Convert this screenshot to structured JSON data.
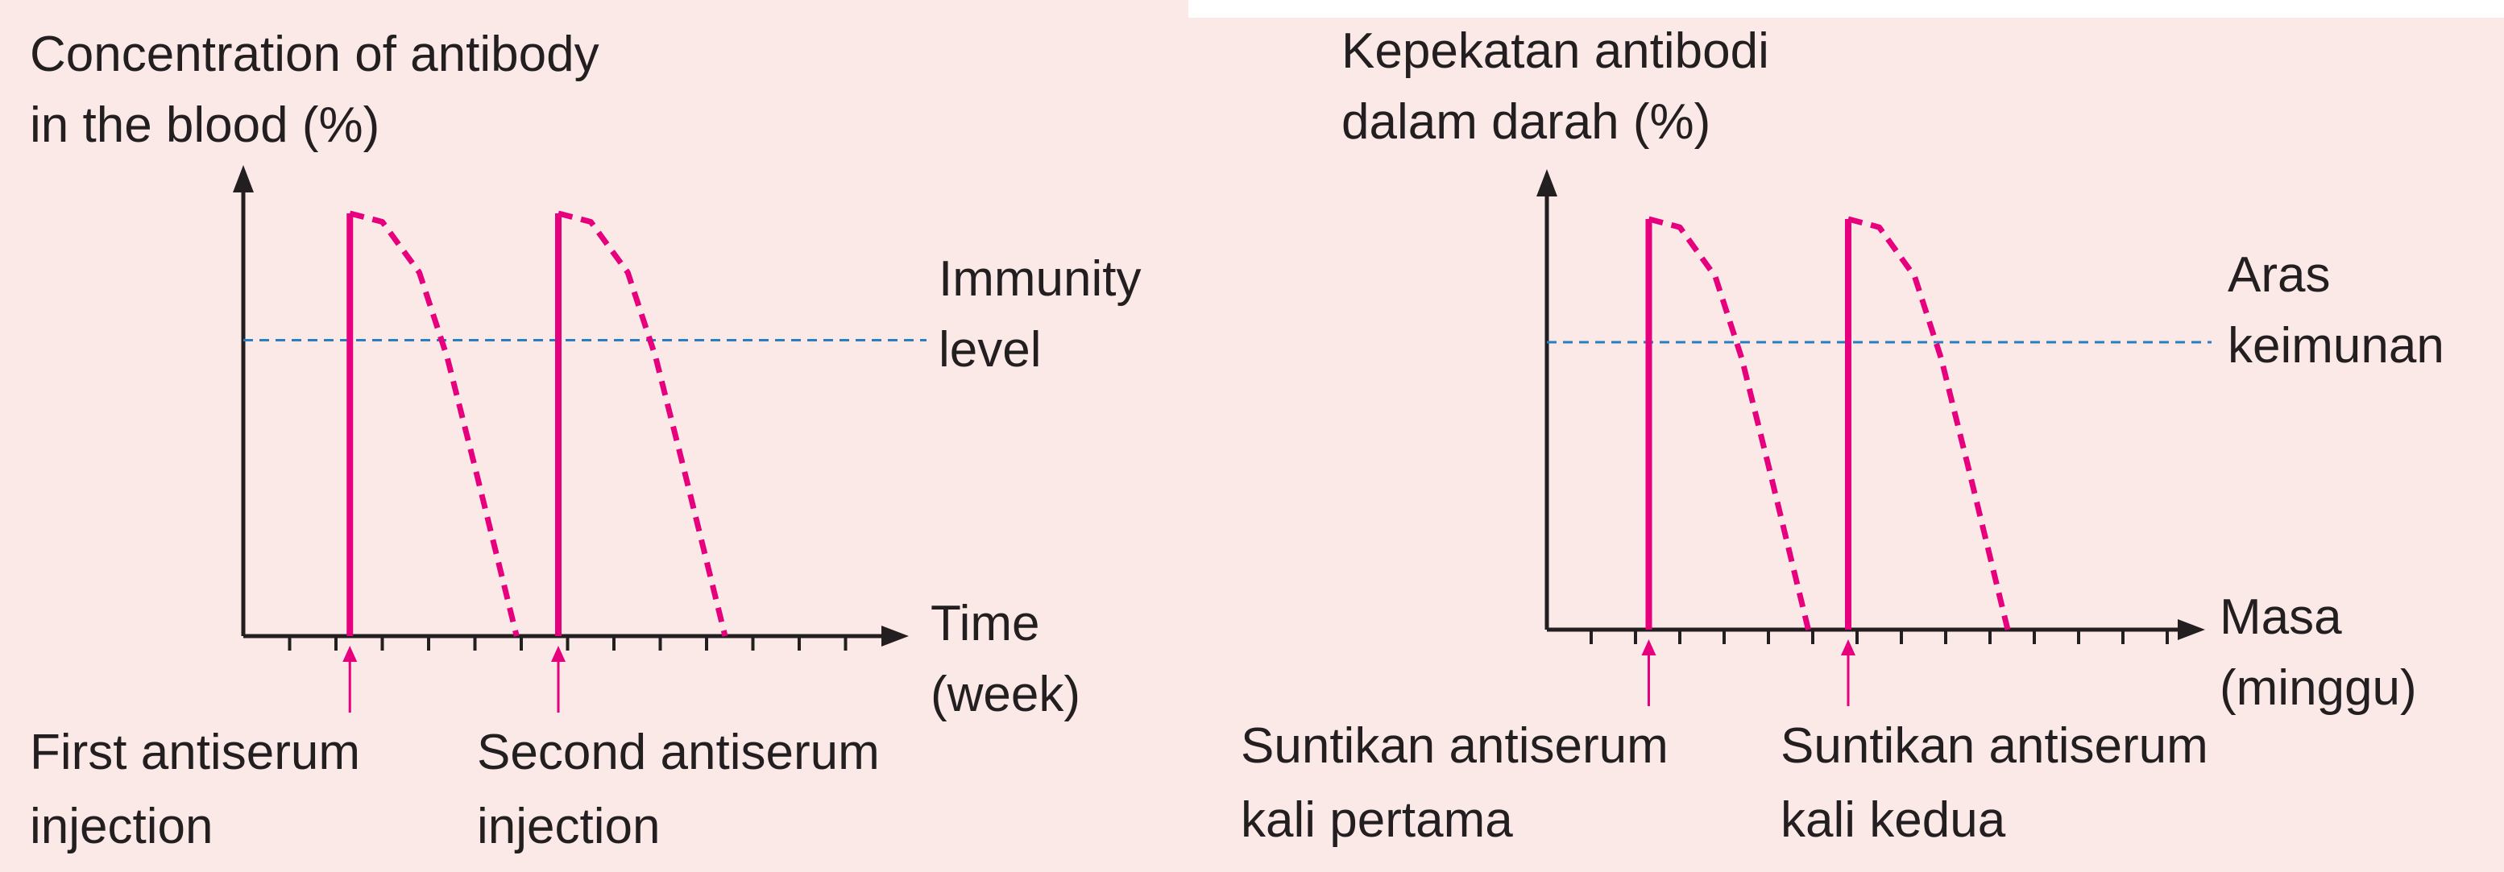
{
  "colors": {
    "background": "#fbe9e7",
    "axis": "#231f20",
    "antibody_curve": "#e6007e",
    "immunity_line": "#2a7ec0",
    "text": "#231f20"
  },
  "chart_data": [
    {
      "type": "line",
      "title": "",
      "ylabel": [
        "Concentration of antibody",
        "in the blood (%)"
      ],
      "xlabel": [
        "Time",
        "(week)"
      ],
      "x_ticks": 18,
      "immunity_level": {
        "label": [
          "Immunity",
          "level"
        ],
        "y": 70
      },
      "peak_y": 100,
      "ylim": [
        0,
        100
      ],
      "injections": [
        {
          "x": 2.3,
          "label": [
            "First antiserum",
            "injection"
          ]
        },
        {
          "x": 6.8,
          "label": [
            "Second antiserum",
            "injection"
          ]
        }
      ],
      "series": [
        {
          "x": [
            2.3,
            2.3,
            3.0,
            3.8,
            4.4,
            5.0,
            5.9
          ],
          "y": [
            0,
            100,
            98,
            86,
            66,
            40,
            0
          ]
        },
        {
          "x": [
            6.8,
            6.8,
            7.5,
            8.3,
            8.9,
            9.5,
            10.4
          ],
          "y": [
            0,
            100,
            98,
            86,
            66,
            40,
            0
          ]
        }
      ]
    },
    {
      "type": "line",
      "title": "",
      "ylabel": [
        "Kepekatan antibodi",
        "dalam darah (%)"
      ],
      "xlabel": [
        "Masa",
        "(minggu)"
      ],
      "x_ticks": 18,
      "immunity_level": {
        "label": [
          "Aras",
          "keimunan"
        ],
        "y": 70
      },
      "peak_y": 100,
      "ylim": [
        0,
        100
      ],
      "injections": [
        {
          "x": 2.3,
          "label": [
            "Suntikan antiserum",
            "kali pertama"
          ]
        },
        {
          "x": 6.8,
          "label": [
            "Suntikan antiserum",
            "kali kedua"
          ]
        }
      ],
      "series": [
        {
          "x": [
            2.3,
            2.3,
            3.0,
            3.8,
            4.4,
            5.0,
            5.9
          ],
          "y": [
            0,
            100,
            98,
            86,
            66,
            40,
            0
          ]
        },
        {
          "x": [
            6.8,
            6.8,
            7.5,
            8.3,
            8.9,
            9.5,
            10.4
          ],
          "y": [
            0,
            100,
            98,
            86,
            66,
            40,
            0
          ]
        }
      ]
    }
  ]
}
